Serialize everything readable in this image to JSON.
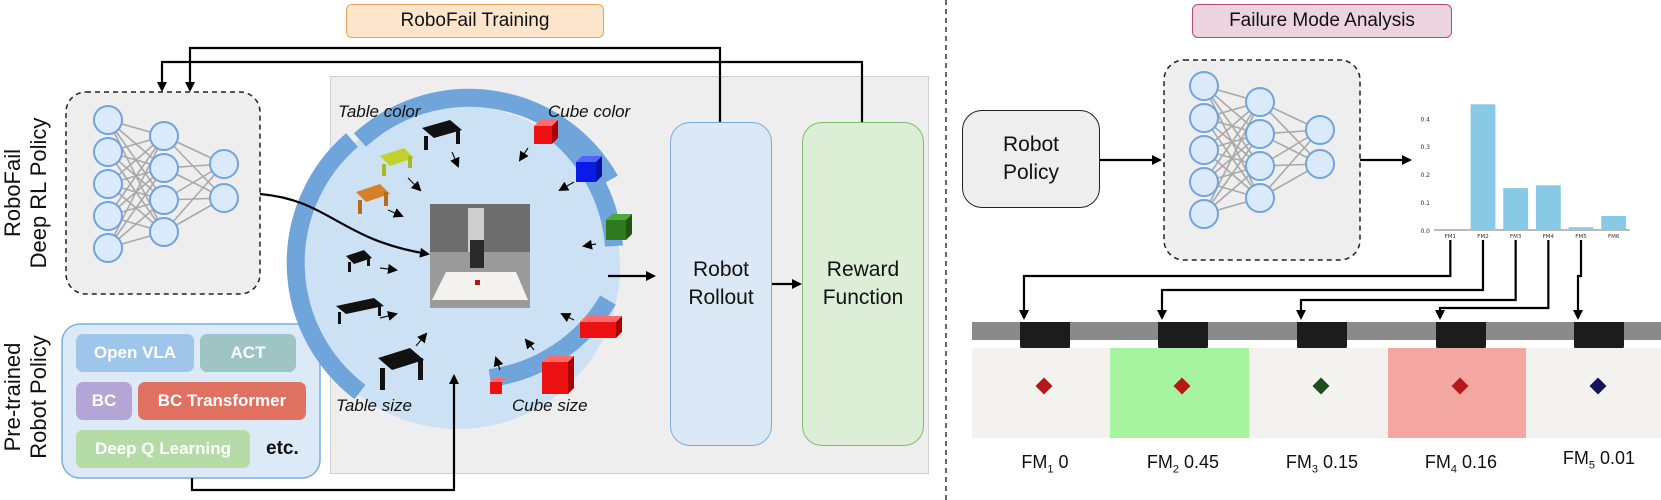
{
  "headers": {
    "training": "RoboFail Training",
    "analysis": "Failure Mode Analysis"
  },
  "left_labels": {
    "robofail_line1": "RoboFail",
    "robofail_line2": "Deep RL Policy",
    "pretrained_line1": "Pre-trained",
    "pretrained_line2": "Robot Policy"
  },
  "policies": [
    {
      "label": "Open VLA",
      "color": "#9ec6ea"
    },
    {
      "label": "ACT",
      "color": "#9fc4c4"
    },
    {
      "label": "BC",
      "color": "#b3a6d6"
    },
    {
      "label": "BC Transformer",
      "color": "#e07060"
    },
    {
      "label": "Deep Q Learning",
      "color": "#b5dba7"
    },
    {
      "label": "etc.",
      "color": "#111111"
    }
  ],
  "env_labels": {
    "table_color": "Table color",
    "cube_color": "Cube color",
    "table_size": "Table size",
    "cube_size": "Cube size"
  },
  "boxes": {
    "rollout_line1": "Robot",
    "rollout_line2": "Rollout",
    "reward_line1": "Reward",
    "reward_line2": "Function",
    "policy_line1": "Robot",
    "policy_line2": "Policy"
  },
  "chart_data": {
    "type": "bar",
    "categories": [
      "FM1",
      "FM2",
      "FM3",
      "FM4",
      "FM5",
      "FM6"
    ],
    "values": [
      0.0,
      0.45,
      0.15,
      0.16,
      0.01,
      0.05
    ],
    "ylim": [
      0,
      0.45
    ],
    "yticks": [
      "0.0",
      "0.1",
      "0.2",
      "0.3",
      "0.4"
    ],
    "color": "#88c9e6"
  },
  "failure_modes": [
    {
      "name": "FM",
      "sub": "1",
      "value": "0",
      "table_color": "#f4f2ee",
      "cube_color": "#b51818"
    },
    {
      "name": "FM",
      "sub": "2",
      "value": "0.45",
      "table_color": "#a6f3a0",
      "cube_color": "#b51818"
    },
    {
      "name": "FM",
      "sub": "3",
      "value": "0.15",
      "table_color": "#f4f2ee",
      "cube_color": "#1d4d1d"
    },
    {
      "name": "FM",
      "sub": "4",
      "value": "0.16",
      "table_color": "#f3a7a0",
      "cube_color": "#b51818"
    },
    {
      "name": "FM",
      "sub": "5",
      "value": "0.01",
      "table_color": "#f4f2ee",
      "cube_color": "#15155a"
    }
  ]
}
